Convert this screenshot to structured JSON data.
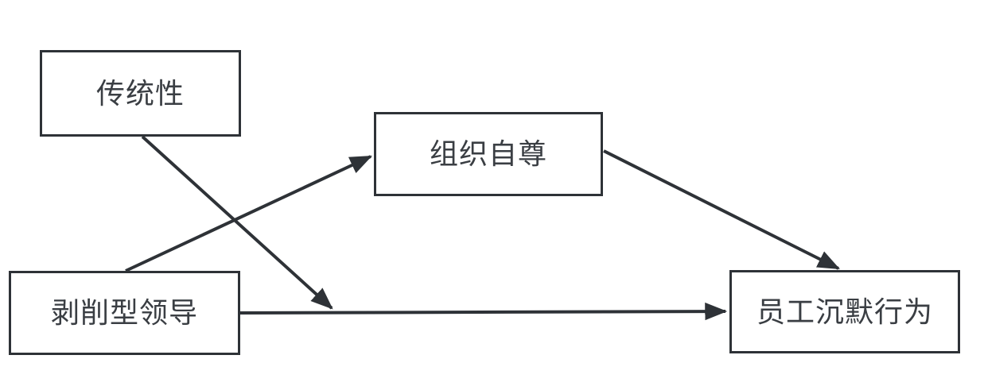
{
  "diagram": {
    "title": "",
    "nodes": {
      "traditionality": {
        "label": "传统性",
        "role": "moderator"
      },
      "obse": {
        "label": "组织自尊",
        "role": "mediator"
      },
      "exploitative_leadership": {
        "label": "剥削型领导",
        "role": "independent-variable"
      },
      "employee_silence": {
        "label": "员工沉默行为",
        "role": "dependent-variable"
      }
    },
    "edges": [
      {
        "from": "剥削型领导",
        "to": "组织自尊",
        "type": "direct-path"
      },
      {
        "from": "组织自尊",
        "to": "员工沉默行为",
        "type": "direct-path"
      },
      {
        "from": "剥削型领导",
        "to": "员工沉默行为",
        "type": "direct-path"
      },
      {
        "from": "传统性",
        "to": "剥削型领导→员工沉默行为",
        "type": "moderation-path"
      }
    ],
    "colors": {
      "background": "#ffffff",
      "stroke": "#2e3237",
      "text": "#3a3e43",
      "node_fill": "#ffffff"
    }
  }
}
